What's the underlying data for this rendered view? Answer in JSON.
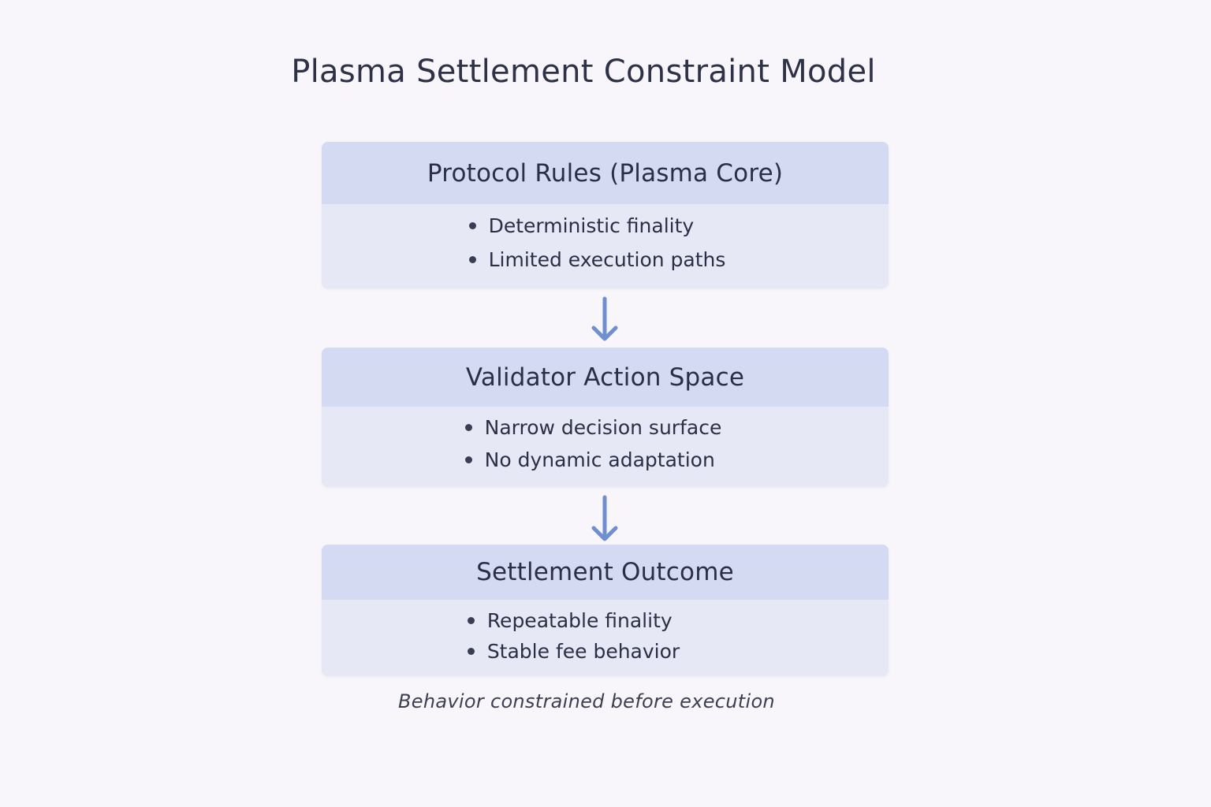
{
  "title": "Plasma Settlement Constraint Model",
  "colors": {
    "background": "#f8f6fa",
    "box_header": "#d5daf3",
    "box_body": "#e6e8f6",
    "arrow": "#6f8fd0",
    "text": "#2b2f45"
  },
  "boxes": [
    {
      "heading": "Protocol Rules (Plasma Core)",
      "bullets": [
        "Deterministic finality",
        "Limited execution paths"
      ]
    },
    {
      "heading": "Validator Action Space",
      "bullets": [
        "Narrow decision surface",
        "No dynamic adaptation"
      ]
    },
    {
      "heading": "Settlement Outcome",
      "bullets": [
        "Repeatable finality",
        "Stable fee behavior"
      ]
    }
  ],
  "arrows": [
    {
      "from": "Protocol Rules (Plasma Core)",
      "to": "Validator Action Space",
      "icon": "arrow-down-icon"
    },
    {
      "from": "Validator Action Space",
      "to": "Settlement Outcome",
      "icon": "arrow-down-icon"
    }
  ],
  "caption": "Behavior constrained before execution"
}
